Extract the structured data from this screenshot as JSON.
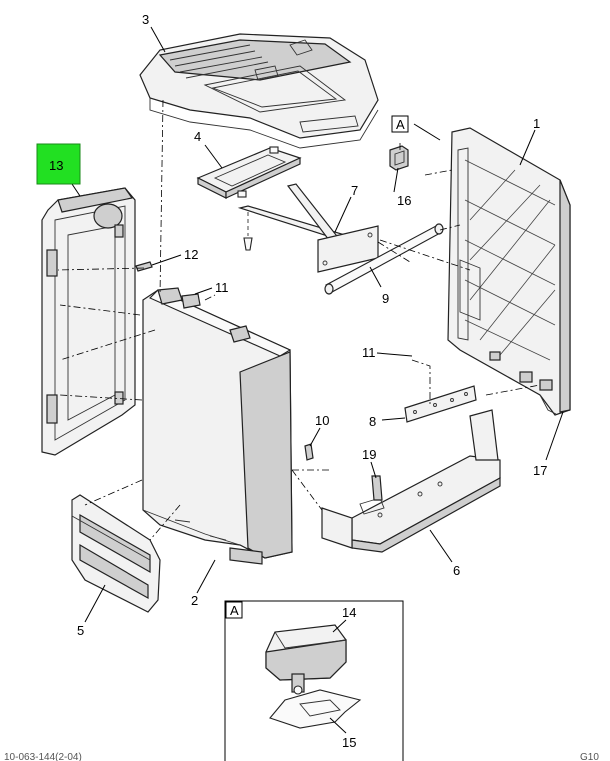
{
  "callouts": {
    "c1": "1",
    "c2": "2",
    "c3": "3",
    "c4": "4",
    "c5": "5",
    "c6": "6",
    "c7": "7",
    "c8": "8",
    "c9": "9",
    "c10": "10",
    "c11a": "11",
    "c11b": "11",
    "c12": "12",
    "c13": "13",
    "c14": "14",
    "c15": "15",
    "c16": "16",
    "c17": "17",
    "c19": "19"
  },
  "detail_view": {
    "label_main": "A",
    "label_inset": "A"
  },
  "highlight": {
    "item": "13",
    "color": "#22e022"
  },
  "footer": {
    "left": "10-063-144(2-04)",
    "right": "G10"
  }
}
